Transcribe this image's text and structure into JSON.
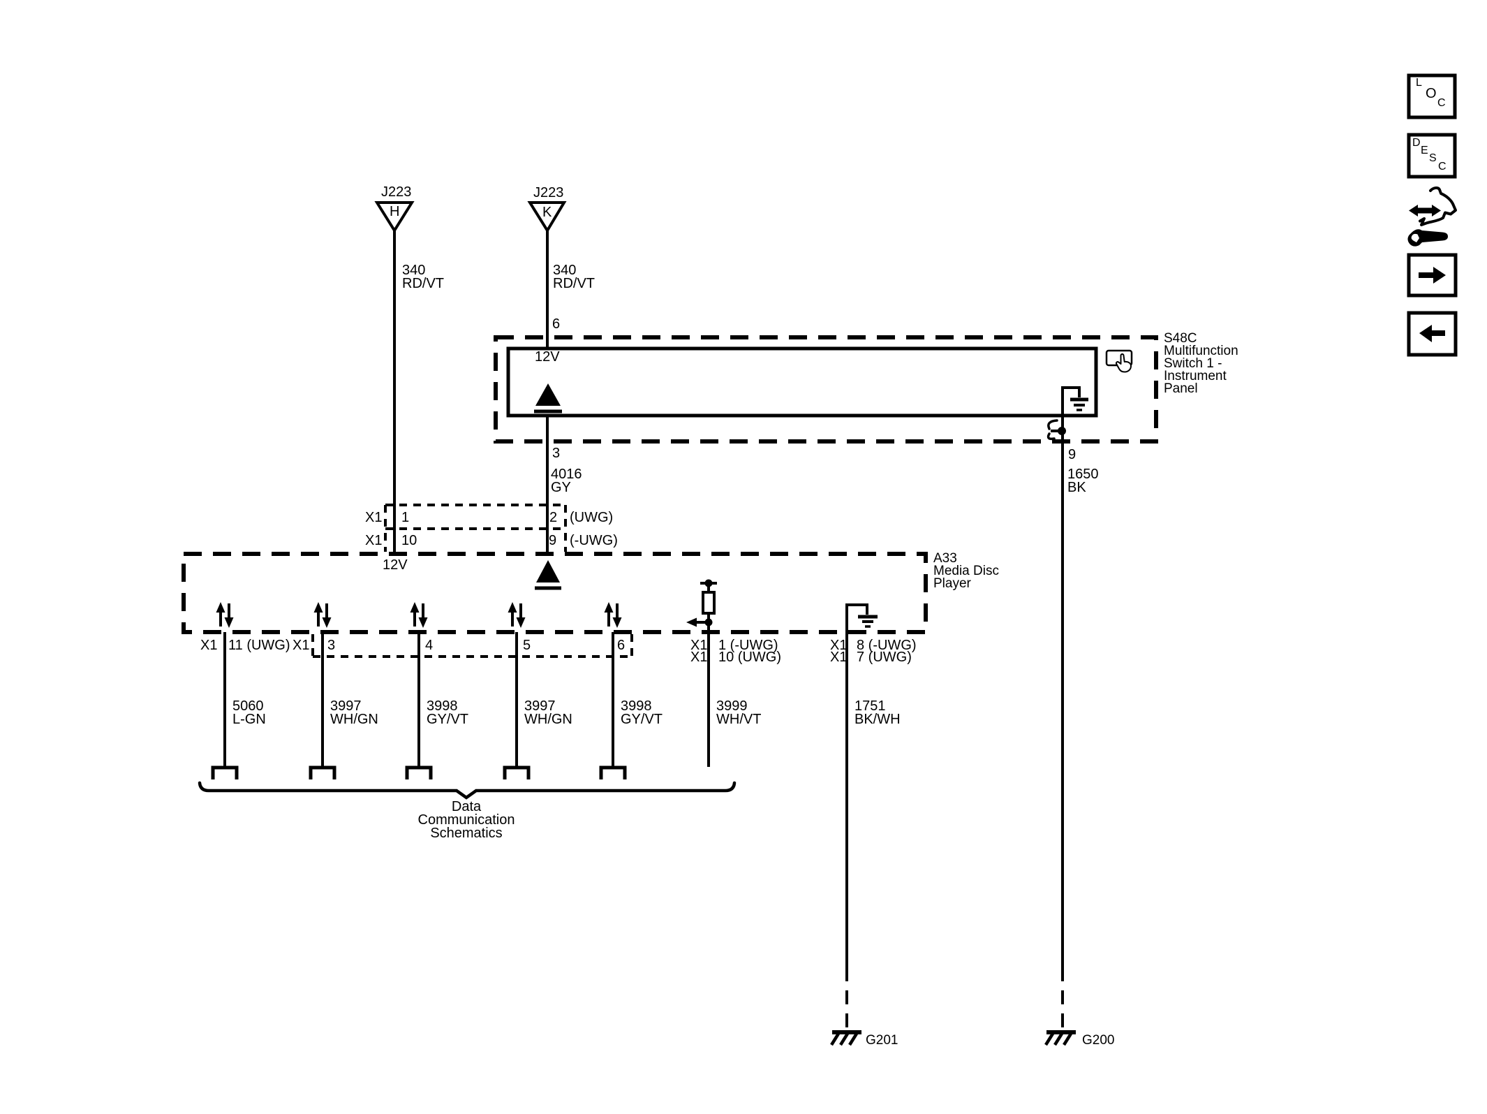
{
  "colors": {
    "ink": "#000000",
    "background": "#ffffff"
  },
  "power_feeds": {
    "left": {
      "id": "J223",
      "cavity": "H",
      "wire": "340\nRD/VT"
    },
    "right": {
      "id": "J223",
      "cavity": "K",
      "wire": "340\nRD/VT"
    }
  },
  "s48c": {
    "title": "S48C\nMultifunction\nSwitch 1 -\nInstrument\nPanel",
    "pin_top": "6",
    "voltage": "12V",
    "pin_bottom": "3",
    "pin_ground": "9",
    "wire_bottom": "4016\nGY",
    "wire_ground": "1650\nBK",
    "touch_icon": "touch-hotspot-icon"
  },
  "inline_x1": {
    "rows": [
      {
        "conn": "X1",
        "pin_left": "1",
        "pin_right": "2",
        "tag": "(UWG)"
      },
      {
        "conn": "X1",
        "pin_left": "10",
        "pin_right": "9",
        "tag": "(-UWG)"
      }
    ]
  },
  "a33": {
    "title": "A33\nMedia Disc\nPlayer",
    "voltage": "12V",
    "pins": [
      {
        "conn": "X1",
        "label": "11 (UWG)"
      },
      {
        "conn": "X1",
        "label": "3"
      },
      {
        "label": "4"
      },
      {
        "label": "5"
      },
      {
        "label": "6"
      },
      {
        "conn": "X1",
        "label": "1 (-UWG)",
        "conn2": "X1",
        "label2": "10 (UWG)"
      },
      {
        "conn": "X1",
        "label": "8 (-UWG)",
        "conn2": "X1",
        "label2": "7 (UWG)"
      }
    ]
  },
  "wire_labels": [
    "5060\nL-GN",
    "3997\nWH/GN",
    "3998\nGY/VT",
    "3997\nWH/GN",
    "3998\nGY/VT",
    "3999\nWH/VT",
    "1751\nBK/WH"
  ],
  "brace": {
    "label": "Data\nCommunication\nSchematics"
  },
  "grounds": {
    "g201": "G201",
    "g200": "G200"
  },
  "sidebar": {
    "loc_letters": [
      "L",
      "O",
      "C"
    ],
    "desc_letters": [
      "D",
      "E",
      "S",
      "C"
    ],
    "icons": [
      "part-locator-icon",
      "arrow-right-icon",
      "arrow-left-icon"
    ]
  }
}
